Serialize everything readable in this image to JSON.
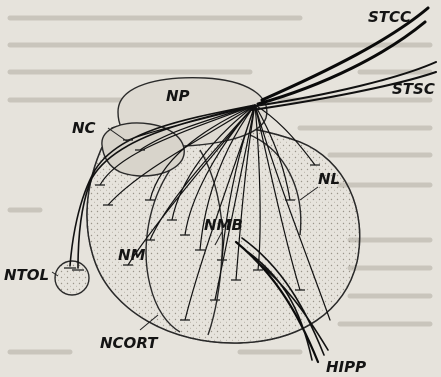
{
  "figure": {
    "labels": {
      "stcc": "STCC",
      "stsc": "STSC",
      "np": "NP",
      "nc": "NC",
      "nl": "NL",
      "ntol": "NTOL",
      "nmb": "NMB",
      "nm": "NM",
      "ncort": "NCORT",
      "hipp": "HIPP"
    },
    "colors": {
      "paper": "#e6e3dc",
      "ink": "#141414",
      "shading": "#b8b3a8"
    }
  }
}
